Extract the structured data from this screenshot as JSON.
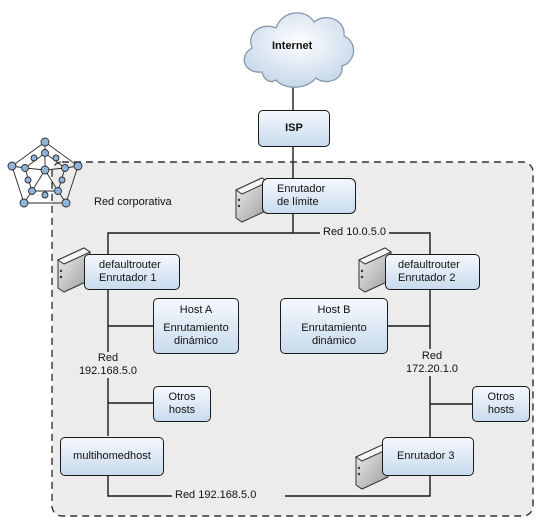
{
  "internet": "Internet",
  "isp": "ISP",
  "corporate_network": "Red corporativa",
  "border_router": [
    "Enrutador",
    "de límite"
  ],
  "backbone_network": "Red 10.0.5.0",
  "router1": [
    "defaultrouter",
    "Enrutador 1"
  ],
  "router2": [
    "defaultrouter",
    "Enrutador 2"
  ],
  "host_a": [
    "Host A",
    "Enrutamiento",
    "dinámico"
  ],
  "host_b": [
    "Host B",
    "Enrutamiento",
    "dinámico"
  ],
  "net_left": [
    "Red",
    "192.168.5.0"
  ],
  "net_right": [
    "Red",
    "172.20.1.0"
  ],
  "other_hosts_left": [
    "Otros",
    "hosts"
  ],
  "other_hosts_right": [
    "Otros",
    "hosts"
  ],
  "multihomed": "multihomedhost",
  "router3": "Enrutador 3",
  "bottom_network": "Red 192.168.5.0",
  "colors": {
    "region_fill": "#ececec",
    "box_fill_top": "#f4f8fd",
    "box_fill_bottom": "#c9dbee",
    "cloud": "#dbe6f2",
    "node_fill": "#8fb3db",
    "line": "#1a1a1a"
  },
  "icons": [
    "cloud-icon",
    "router-icon",
    "network-topology-icon"
  ]
}
